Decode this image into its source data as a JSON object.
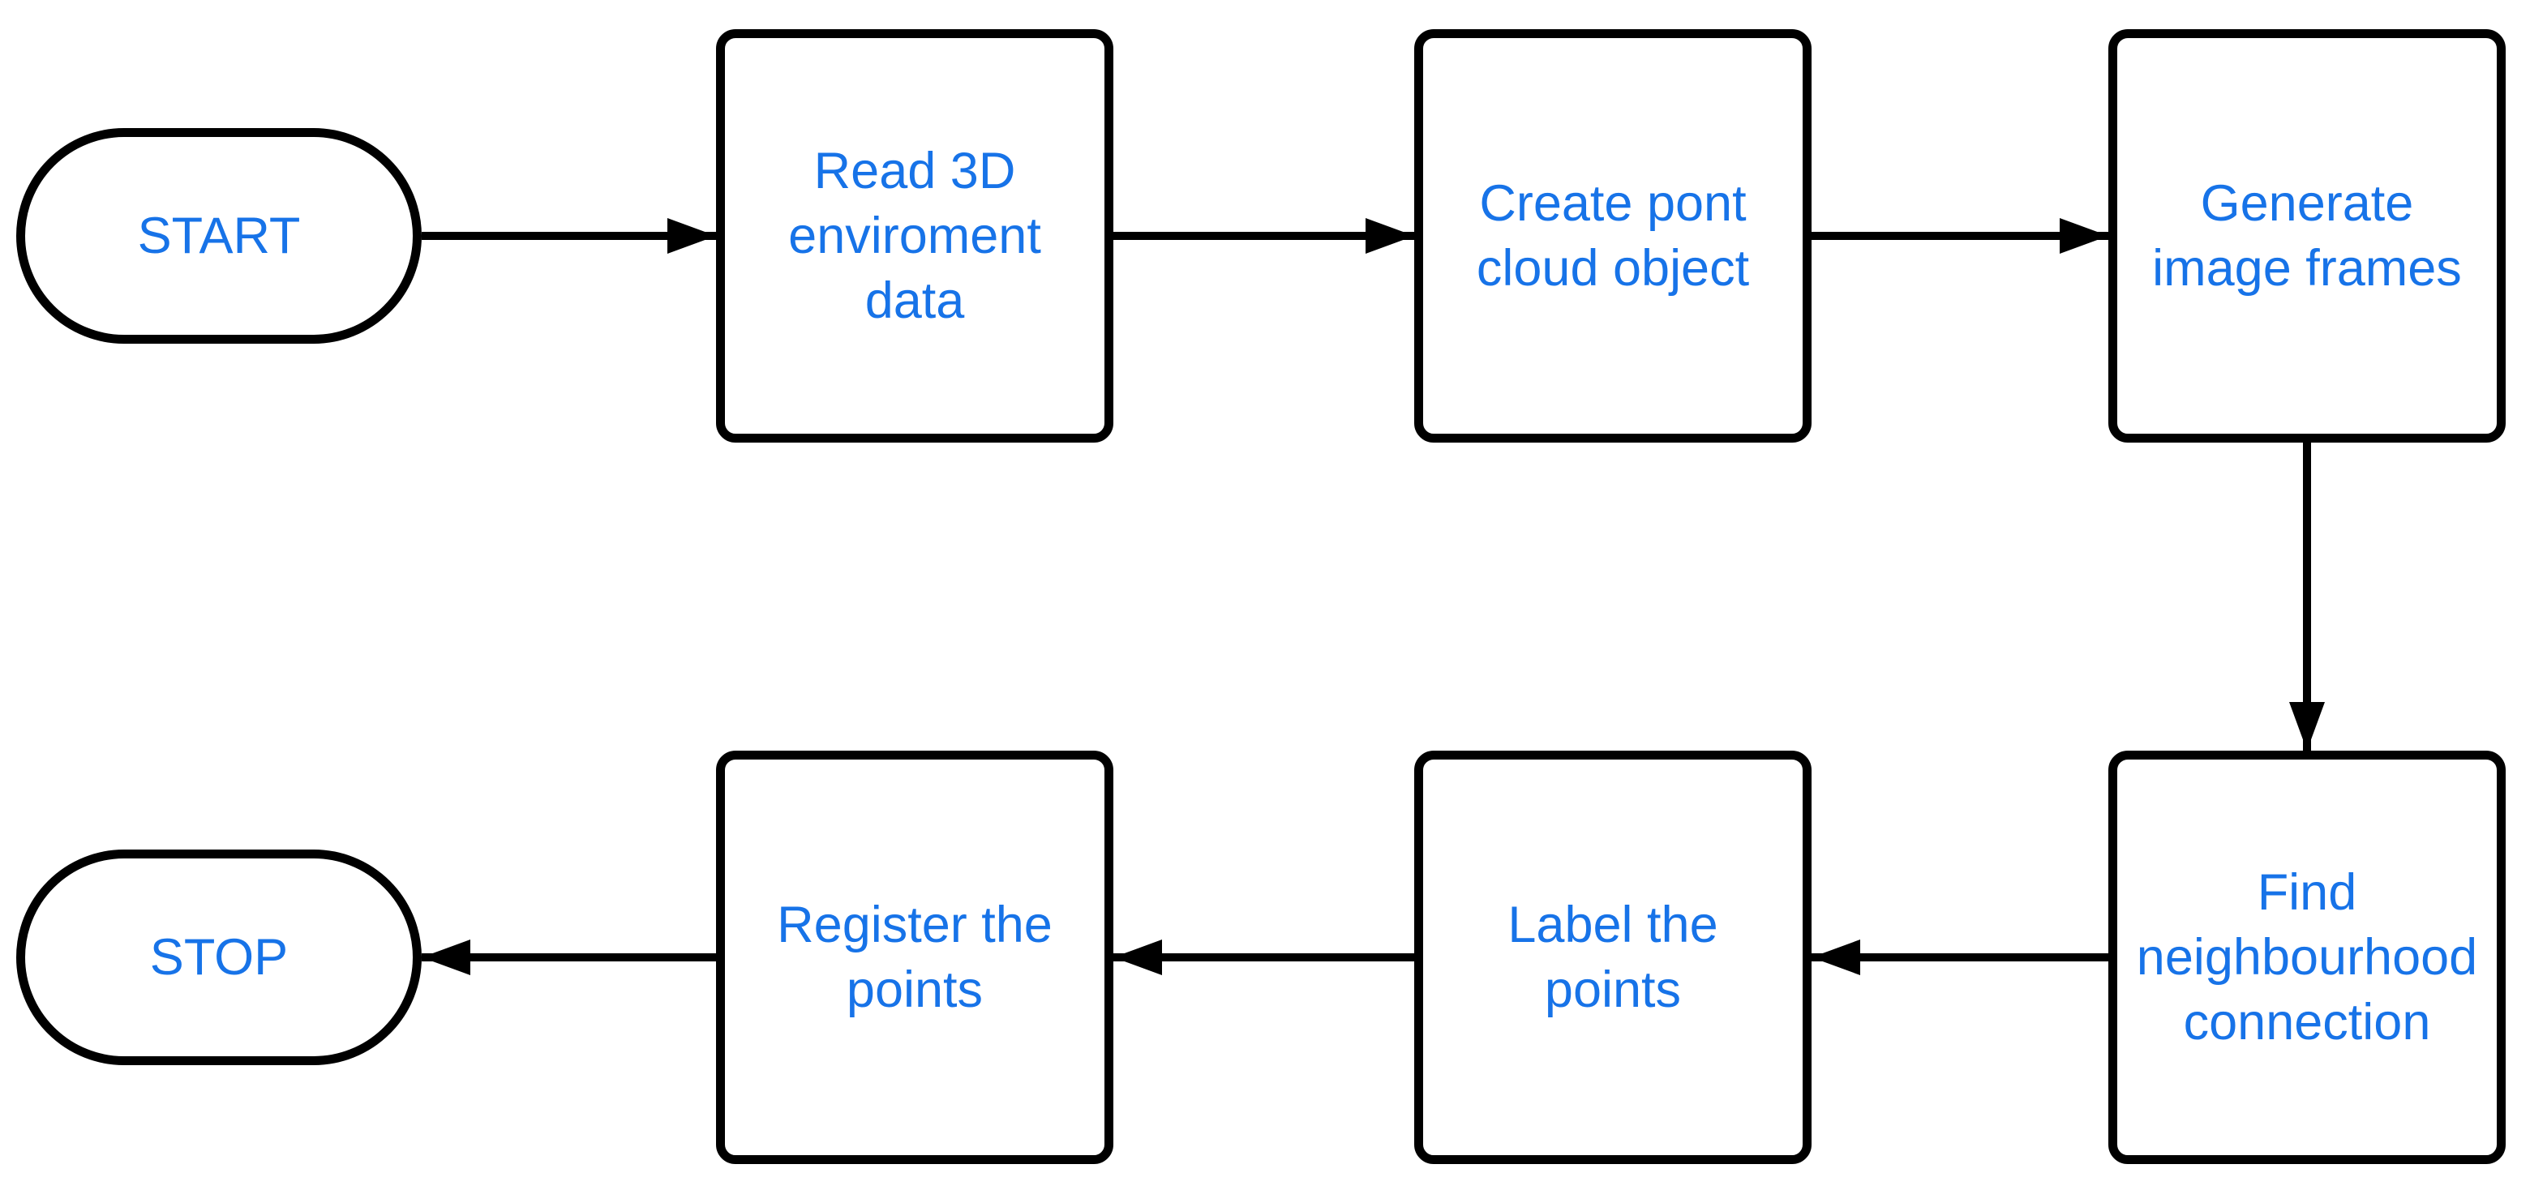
{
  "diagram": {
    "type": "flowchart",
    "colors": {
      "background": "#ffffff",
      "stroke": "#000000",
      "text": "#1773e8"
    },
    "nodes": [
      {
        "id": "start",
        "shape": "terminator",
        "label": "START"
      },
      {
        "id": "read-3d-data",
        "shape": "process",
        "label": "Read 3D\nenviroment\ndata"
      },
      {
        "id": "create-point-cloud",
        "shape": "process",
        "label": "Create pont\ncloud object"
      },
      {
        "id": "generate-frames",
        "shape": "process",
        "label": "Generate\nimage frames"
      },
      {
        "id": "find-neighbourhood",
        "shape": "process",
        "label": "Find\nneighbourhood\nconnection"
      },
      {
        "id": "label-points",
        "shape": "process",
        "label": "Label the\npoints"
      },
      {
        "id": "register-points",
        "shape": "process",
        "label": "Register the\npoints"
      },
      {
        "id": "stop",
        "shape": "terminator",
        "label": "STOP"
      }
    ],
    "edges": [
      {
        "from": "start",
        "to": "read-3d-data"
      },
      {
        "from": "read-3d-data",
        "to": "create-point-cloud"
      },
      {
        "from": "create-point-cloud",
        "to": "generate-frames"
      },
      {
        "from": "generate-frames",
        "to": "find-neighbourhood"
      },
      {
        "from": "find-neighbourhood",
        "to": "label-points"
      },
      {
        "from": "label-points",
        "to": "register-points"
      },
      {
        "from": "register-points",
        "to": "stop"
      }
    ]
  }
}
